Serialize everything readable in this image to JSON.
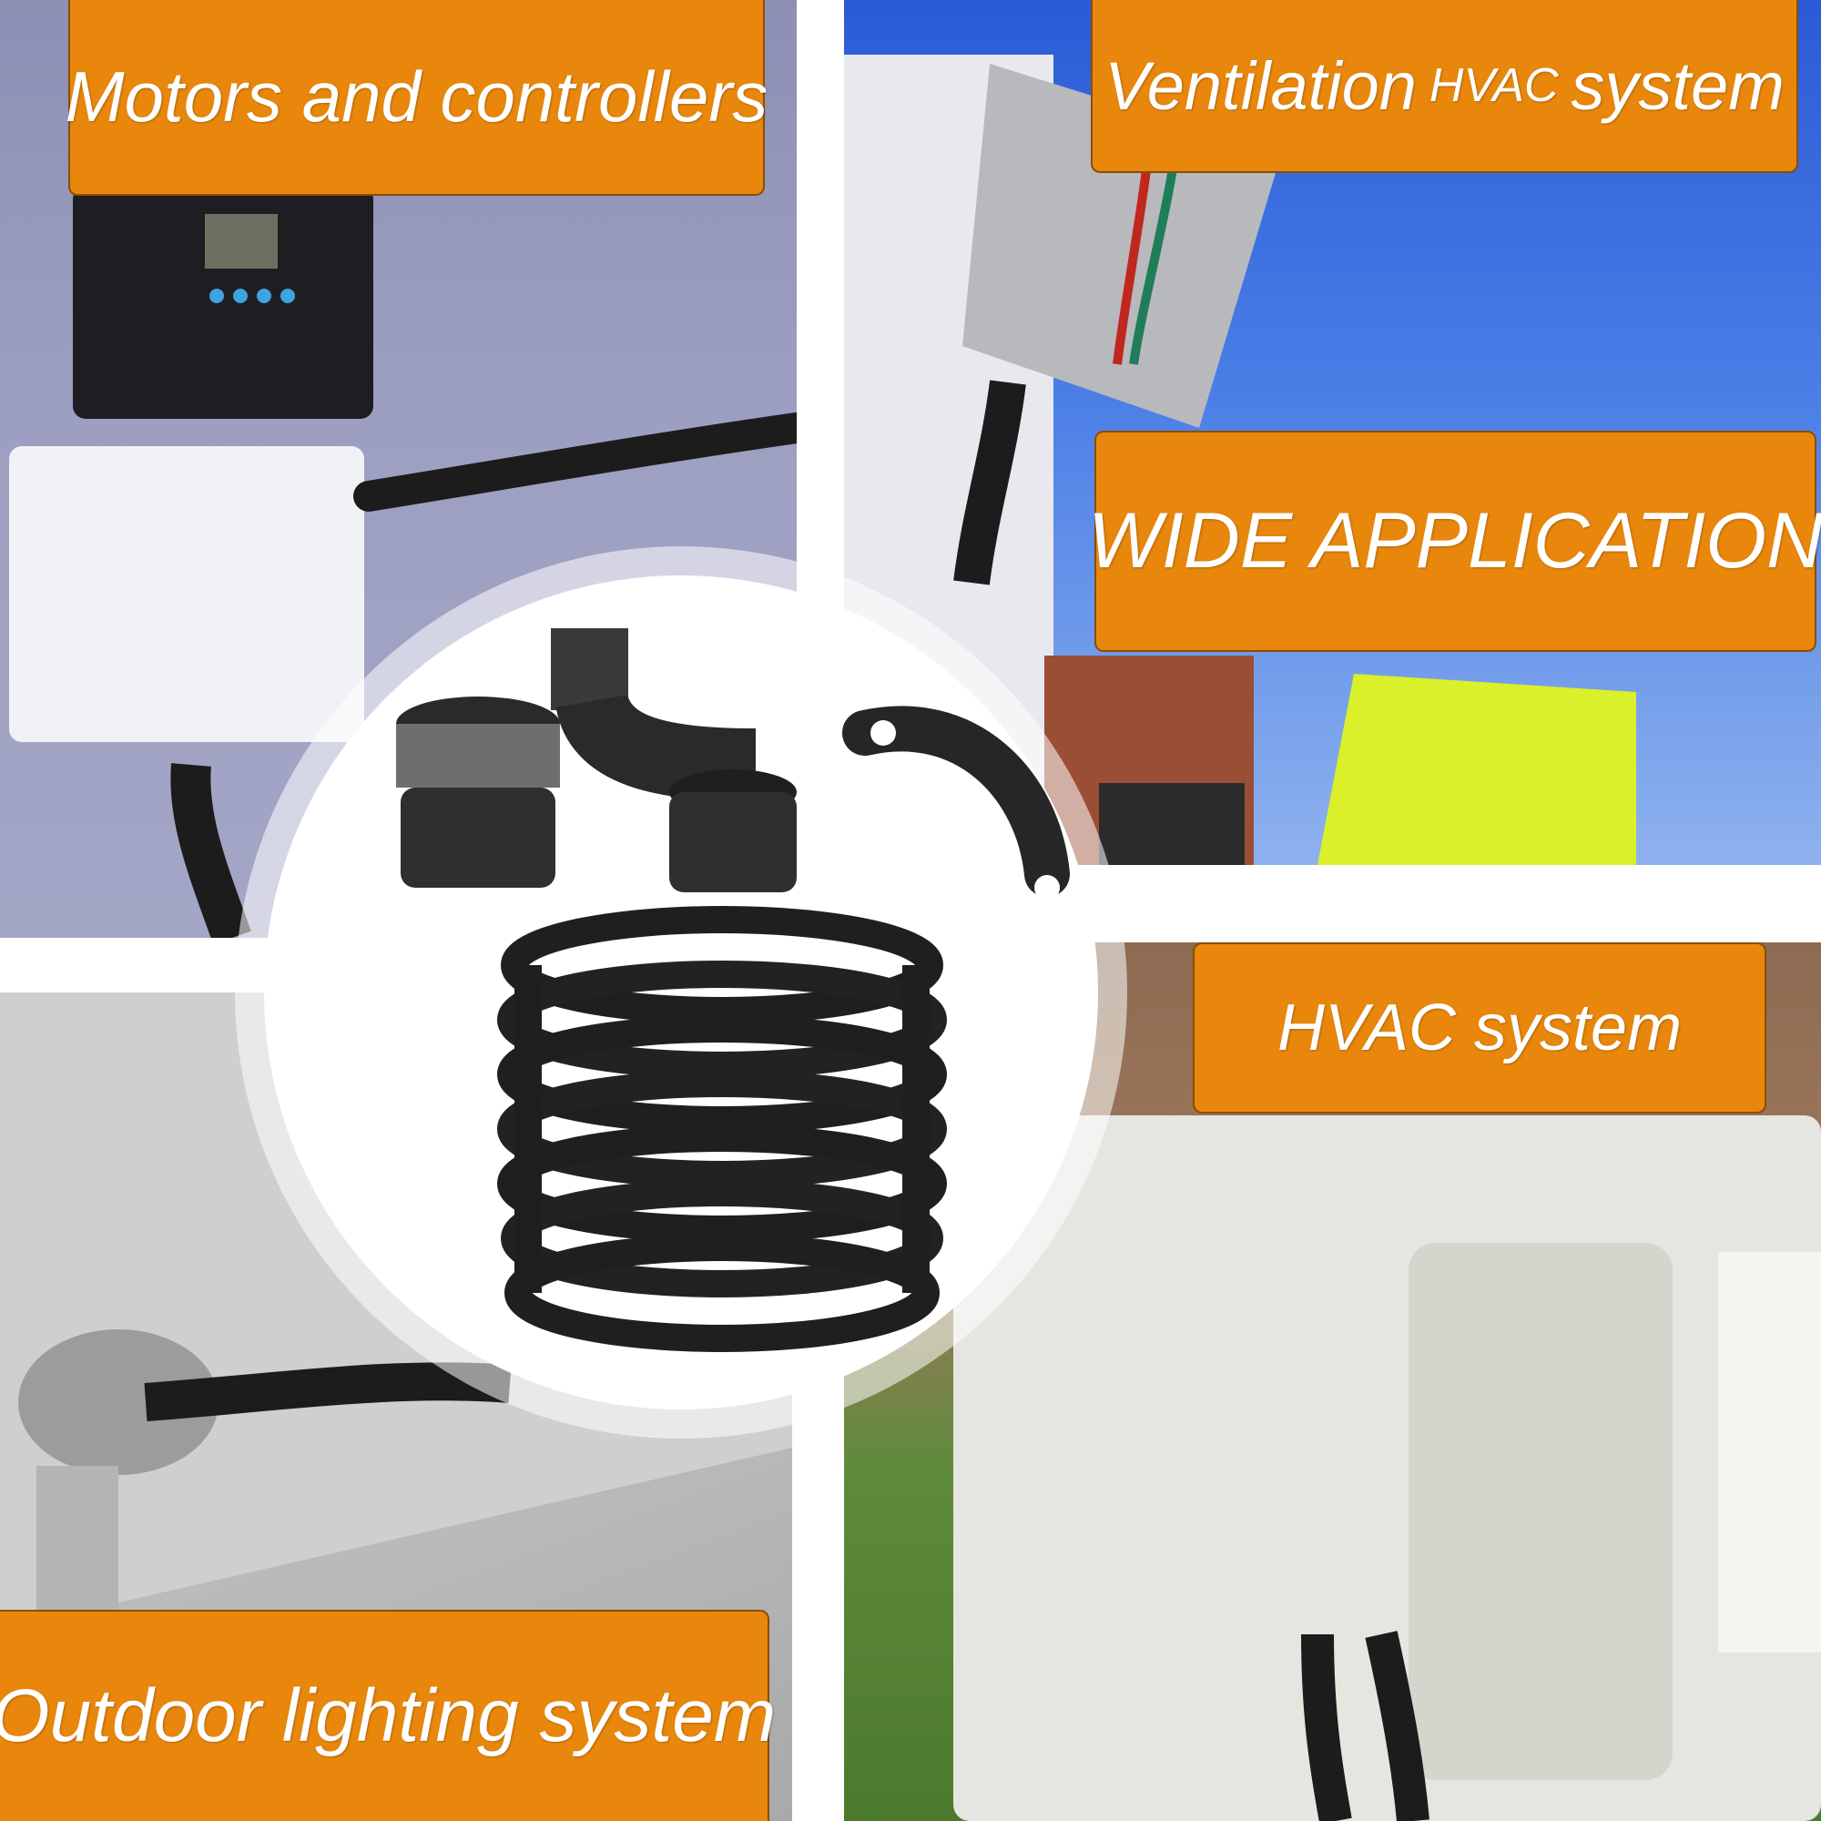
{
  "labels": {
    "motors": "Motors and controllers",
    "ventilation_main": "Ventilation",
    "ventilation_small": "HVAC",
    "ventilation_end": "system",
    "wide": "WIDE APPLICATION",
    "hvac": "HVAC system",
    "outdoor": "Outdoor lighting system"
  },
  "colors": {
    "label_bg": "#e8870c",
    "label_border": "#8a4e06",
    "conduit": "#1c1c1c"
  }
}
